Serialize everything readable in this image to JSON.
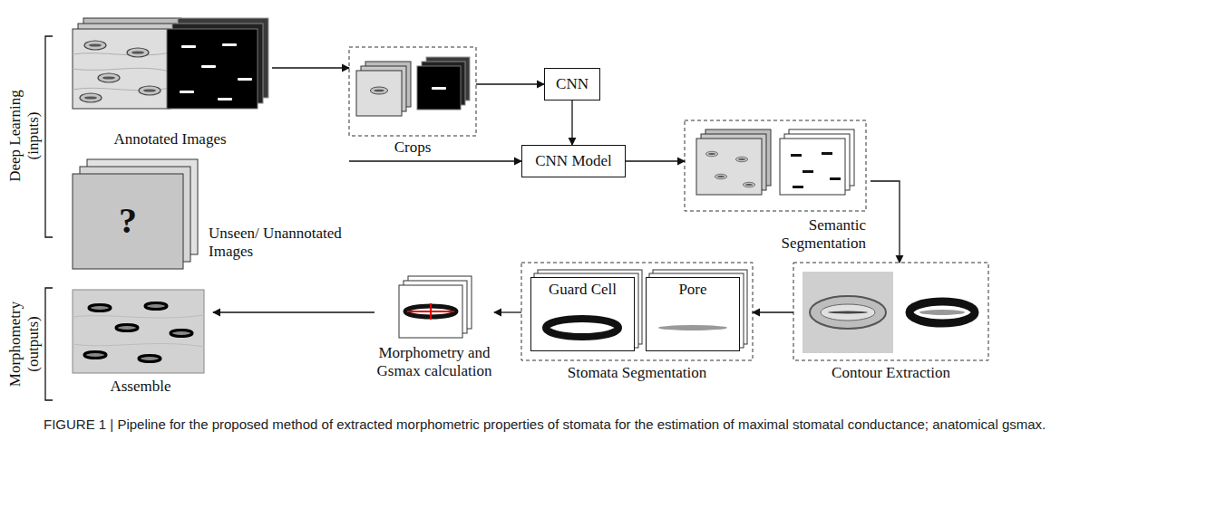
{
  "diagram": {
    "caption": "FIGURE 1 | Pipeline for the proposed method of extracted morphometric properties of stomata for the estimation of maximal stomatal conductance; anatomical gsmax.",
    "nodes": [
      {
        "text": [
          "Annotated Images"
        ]
      },
      {
        "text": [
          "Crops"
        ]
      },
      {
        "text": [
          "CNN"
        ]
      },
      {
        "text": [
          "?",
          "Unseen/ Unannotated Images"
        ]
      },
      {
        "text": [
          "CNN Model"
        ]
      },
      {
        "text": [
          "Semantic Segmentation"
        ]
      },
      {
        "text": [
          "Contour Extraction"
        ]
      },
      {
        "text": [
          "Stomata Segmentation"
        ]
      },
      {
        "text": [
          "Guard Cell"
        ],
        "in": 7
      },
      {
        "text": [
          "Pore"
        ],
        "in": 7
      },
      {
        "text": [
          "Morphometry and Gsmax calculation"
        ]
      },
      {
        "text": [
          "Assemble"
        ]
      }
    ],
    "edges": [
      {
        "from": 0,
        "to": 1,
        "arrow": "to"
      },
      {
        "from": 1,
        "to": 2,
        "arrow": "to"
      },
      {
        "from": 2,
        "to": 4,
        "arrow": "to"
      },
      {
        "from": 3,
        "to": 4,
        "arrow": "to"
      },
      {
        "from": 4,
        "to": 5,
        "arrow": "to"
      },
      {
        "from": 5,
        "to": 6,
        "arrow": "to"
      },
      {
        "from": 6,
        "to": 7,
        "arrow": "to"
      },
      {
        "from": 7,
        "to": 10,
        "arrow": "to"
      },
      {
        "from": 10,
        "to": 11,
        "arrow": "to"
      }
    ],
    "labels": [
      "Deep Learning (inputs)",
      "Morphometry (outputs)"
    ]
  }
}
